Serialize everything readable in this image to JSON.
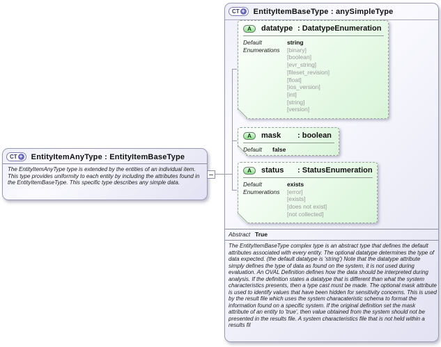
{
  "diagram": {
    "labels": {
      "colon": ":",
      "default": "Default",
      "enumerations": "Enumerations",
      "abstract": "Abstract"
    },
    "icons": {
      "complex_type_glyph": "CT",
      "expand_glyph": "+",
      "attribute_glyph": "A"
    },
    "colors": {
      "box_lavender": "#e2e2f3",
      "attr_green": "#d9f4d9",
      "enum_gray": "#999999",
      "border_gray": "#9a9ab2",
      "line_gray": "#9a9aae"
    },
    "left_box": {
      "title": "EntityItemAnyType : EntityItemBaseType",
      "description": "The EntityItemAnyType type is extended by the entities of an individual item. This type provides uniformity to each entity by including the attributes found in the EntityItemBaseType. This specific type describes any simple data."
    },
    "right_box": {
      "title": "EntityItemBaseType : anySimpleType",
      "attributes": [
        {
          "name": "datatype",
          "type": "DatatypeEnumeration",
          "default": "string",
          "enumerations": [
            "[binary]",
            "[boolean]",
            "[evr_string]",
            "[fileset_revision]",
            "[float]",
            "[ios_version]",
            "[int]",
            "[string]",
            "[version]"
          ]
        },
        {
          "name": "mask",
          "type": "boolean",
          "default": "false",
          "enumerations": []
        },
        {
          "name": "status",
          "type": "StatusEnumeration",
          "default": "exists",
          "enumerations": [
            "[error]",
            "[exists]",
            "[does not exist]",
            "[not collected]"
          ]
        }
      ],
      "abstract_value": "True",
      "description": "The EntityItemBaseType complex type is an abstract type that defines the default attributes associated with every entity.  The optional datatype determines the type of data expected. (the default datatype is 'string') Note that the datatype attribute simply defines the type of data as found on the system, it is not used during evaluation.  An OVAL Definition defines how the data should be interpreted during analysis.  If the definition states a datatype that is different than what the system characteristics presents, then a type cast must be made.  The optional mask attribute is used to identify values that have been hidden for sensitivity concerns.  This is used by the result file which uses the system characateristic schema to format the information found on a specific system.  If the original definition set the mask attribute of an entity to 'true', then value obtained from the system should not be presented in the results file.  A system characteristics file that is not held within a results fil"
    }
  }
}
